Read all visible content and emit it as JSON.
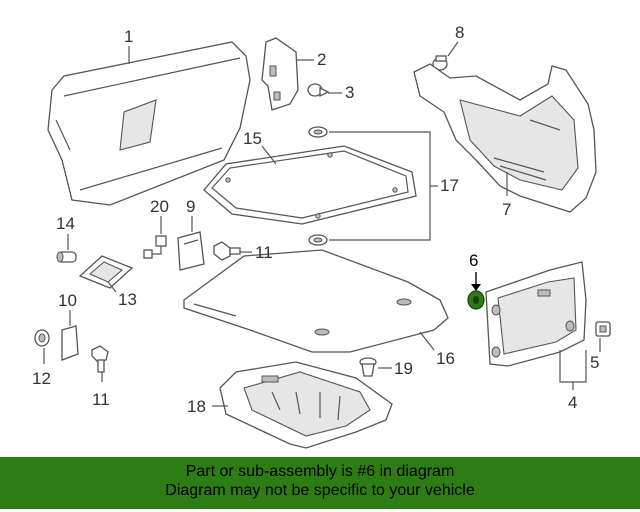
{
  "diagram": {
    "highlight_color": "#2e7d14",
    "callouts": {
      "c1": "1",
      "c2": "2",
      "c3": "3",
      "c4": "4",
      "c5": "5",
      "c6": "6",
      "c7": "7",
      "c8": "8",
      "c9": "9",
      "c10": "10",
      "c11a": "11",
      "c11b": "11",
      "c12": "12",
      "c13": "13",
      "c14": "14",
      "c15": "15",
      "c16": "16",
      "c17": "17",
      "c18": "18",
      "c19": "19",
      "c20": "20"
    }
  },
  "footer": {
    "background": "#2e7d14",
    "line1": "Part or sub-assembly is #6 in diagram",
    "line2": "Diagram may not be specific to your vehicle"
  }
}
